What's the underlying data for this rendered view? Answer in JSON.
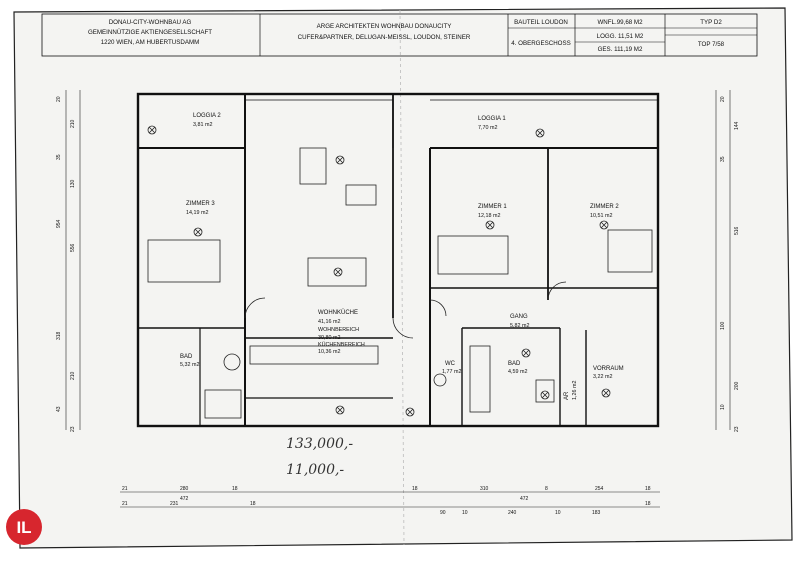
{
  "title_block": {
    "client": [
      "DONAU-CITY-WOHNBAU AG",
      "GEMEINNÜTZIGE AKTIENGESELLSCHAFT",
      "1220 WIEN, AM HUBERTUSDAMM"
    ],
    "architect": [
      "ARGE ARCHITEKTEN WOHNBAU DONAUCITY",
      "CUFER&PARTNER, DELUGAN-MEISSL, LOUDON, STEINER"
    ],
    "bauteil": "BAUTEIL LOUDON",
    "geschoss": "4. OBERGESCHOSS",
    "wnfl": "WNFL.99,68 M2",
    "logg": "LOGG. 11,51 M2",
    "ges": "GES. 111,19 M2",
    "typ": "TYP D2",
    "top": "TOP 7/58"
  },
  "rooms": [
    {
      "name": "LOGGIA 2",
      "area": "3,81 m2"
    },
    {
      "name": "LOGGIA 1",
      "area": "7,70 m2"
    },
    {
      "name": "ZIMMER 3",
      "area": "14,19 m2"
    },
    {
      "name": "ZIMMER 1",
      "area": "12,18 m2"
    },
    {
      "name": "ZIMMER 2",
      "area": "10,51 m2"
    },
    {
      "name": "WOHNKÜCHE",
      "area": "41,16 m2"
    },
    {
      "name": "WOHNBEREICH",
      "area": "30,80 m2"
    },
    {
      "name": "KÜCHENBEREICH",
      "area": "10,36 m2"
    },
    {
      "name": "GANG",
      "area": "5,82 m2"
    },
    {
      "name": "BAD",
      "area": "4,59 m2"
    },
    {
      "name": "VORRAUM",
      "area": "3,22 m2"
    },
    {
      "name": "AR",
      "area": "1,26 m2"
    },
    {
      "name": "WC",
      "area": "1,77 m2"
    },
    {
      "name": "BAD",
      "area": "5,32 m2"
    }
  ],
  "handwritten": {
    "line1": "133,000,-",
    "line2": "11,000,-"
  },
  "logo": {
    "text": "IL",
    "color": "#d7262e"
  },
  "dimensions": {
    "bottom_row1": [
      "21",
      "280",
      "18",
      "18",
      "310",
      "8",
      "254",
      "18"
    ],
    "bottom_row2": [
      "21",
      "231",
      "18",
      "90",
      "10",
      "240",
      "10",
      "183",
      "18"
    ],
    "bottom_total": [
      "472",
      "472"
    ],
    "left": [
      "20",
      "210",
      "35",
      "130",
      "954",
      "556",
      "318",
      "210",
      "43",
      "23"
    ],
    "right": [
      "20",
      "144",
      "35",
      "516",
      "100",
      "200",
      "10",
      "23"
    ]
  }
}
